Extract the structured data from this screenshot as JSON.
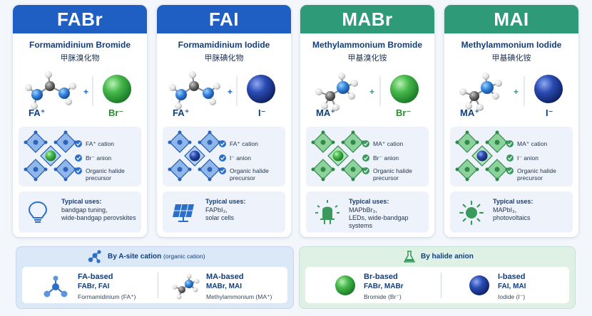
{
  "cards": [
    {
      "code": "FABr",
      "name": "Formamidinium Bromide",
      "cn": "甲脒溴化物",
      "cation": "FA⁺",
      "anion": "Br⁻",
      "features": [
        "FA⁺ cation",
        "Br⁻ anion",
        "Organic halide",
        "precursor"
      ],
      "uses_title": "Typical uses:",
      "uses": [
        "bandgap tuning,",
        "wide-bandgap perovskites"
      ],
      "use_icon": "lightbulb-icon"
    },
    {
      "code": "FAI",
      "name": "Formamidinium Iodide",
      "cn": "甲脒碘化物",
      "cation": "FA⁺",
      "anion": "I⁻",
      "features": [
        "FA⁺ cation",
        "I⁻ anion",
        "Organic halide",
        "precursor"
      ],
      "uses_title": "Typical uses:",
      "uses": [
        "FAPbI₃,",
        "solar cells"
      ],
      "use_icon": "solar-panel-icon"
    },
    {
      "code": "MABr",
      "name": "Methylammonium Bromide",
      "cn": "甲基溴化铵",
      "cation": "MA⁺",
      "anion": "Br⁻",
      "features": [
        "MA⁺ cation",
        "Br⁻ anion",
        "Organic halide",
        "precursor"
      ],
      "uses_title": "Typical uses:",
      "uses": [
        "MAPbBr₃,",
        "LEDs, wide-bandgap",
        "systems"
      ],
      "use_icon": "led-icon"
    },
    {
      "code": "MAI",
      "name": "Methylammonium Iodide",
      "cn": "甲基碘化铵",
      "cation": "MA⁺",
      "anion": "I⁻",
      "features": [
        "MA⁺ cation",
        "I⁻ anion",
        "Organic halide",
        "precursor"
      ],
      "uses_title": "Typical uses:",
      "uses": [
        "MAPbI₃,",
        "photovoltaics"
      ],
      "use_icon": "sun-icon"
    }
  ],
  "panels": {
    "cation": {
      "title": "By A-site cation",
      "title_small": "(organic cation)",
      "left": {
        "title": "FA-based",
        "sub": "FABr, FAI",
        "desc": "Formamidinium (FA⁺)"
      },
      "right": {
        "title": "MA-based",
        "sub": "MABr, MAI",
        "desc": "Methylammonium (MA⁺)"
      }
    },
    "anion": {
      "title": "By halide anion",
      "left": {
        "title": "Br-based",
        "sub": "FABr, MABr",
        "desc": "Bromide (Br⁻)"
      },
      "right": {
        "title": "I-based",
        "sub": "FAI, MAI",
        "desc": "Iodide (I⁻)"
      }
    }
  },
  "colors": {
    "fa_header": "#1f5fc4",
    "ma_header": "#2f9a78",
    "bromide": "#3fb24a",
    "iodide": "#1e3f9c",
    "accent_blue": "#2c6fc9",
    "accent_green": "#3a9a5e"
  }
}
